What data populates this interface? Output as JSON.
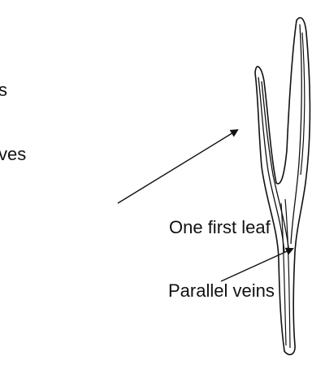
{
  "labels": {
    "fragment_1": "s",
    "fragment_2": "ves",
    "first_leaf": "One first leaf",
    "parallel_veins": "Parallel veins"
  }
}
